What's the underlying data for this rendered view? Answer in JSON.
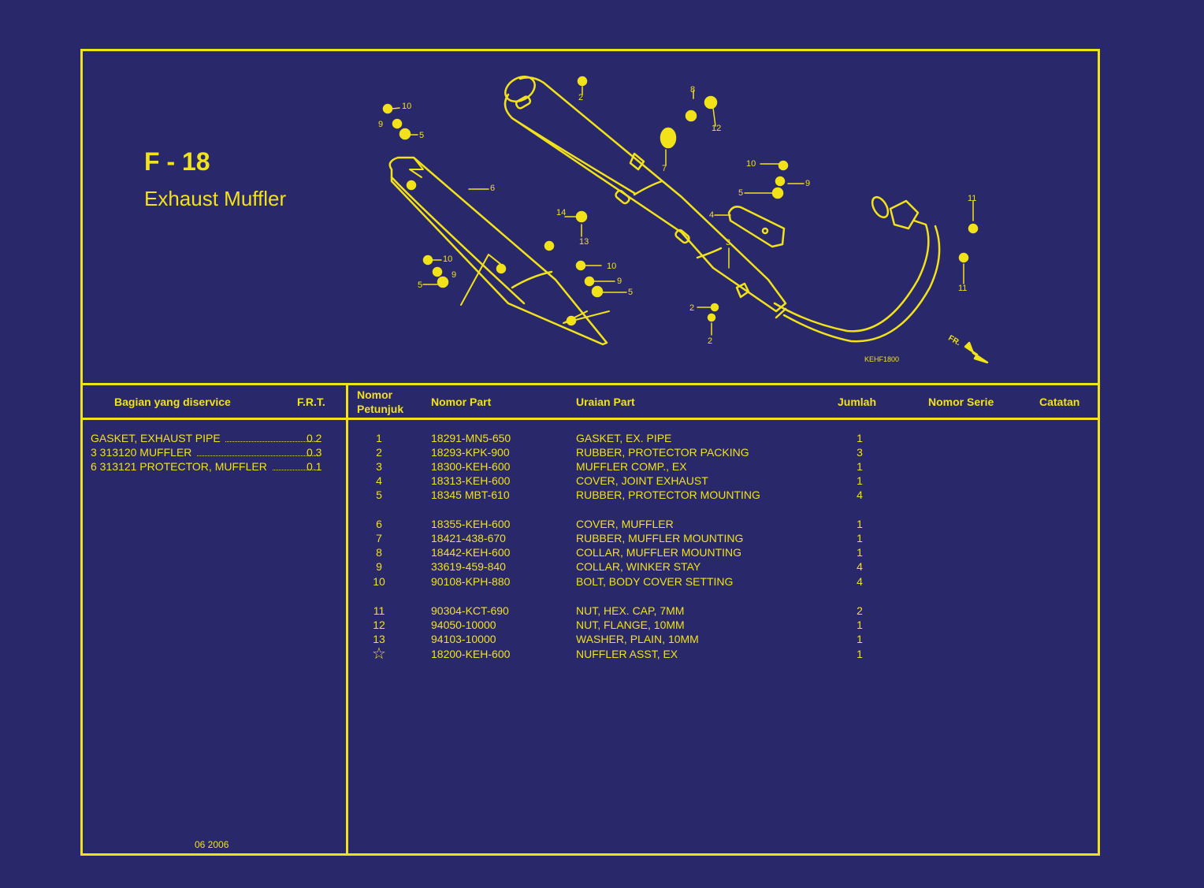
{
  "page": {
    "code": "F - 18",
    "title": "Exhaust Muffler",
    "date": "06 2006",
    "diagram_ref": "KEHF1800",
    "fr_label": "FR."
  },
  "headers": {
    "service": "Bagian yang diservice",
    "frt": "F.R.T.",
    "ref_line1": "Nomor",
    "ref_line2": "Petunjuk",
    "part_no": "Nomor Part",
    "description": "Uraian Part",
    "qty": "Jumlah",
    "serial": "Nomor Serie",
    "notes": "Catatan"
  },
  "service_items": [
    {
      "label": "GASKET, EXHAUST PIPE",
      "frt": "0.2"
    },
    {
      "label": "3 313120 MUFFLER",
      "frt": "0.3"
    },
    {
      "label": "6 313121 PROTECTOR, MUFFLER",
      "frt": "0.1"
    }
  ],
  "parts": [
    {
      "ref": "1",
      "part": "18291-MN5-650",
      "desc": "GASKET, EX. PIPE",
      "qty": "1"
    },
    {
      "ref": "2",
      "part": "18293-KPK-900",
      "desc": "RUBBER, PROTECTOR PACKING",
      "qty": "3"
    },
    {
      "ref": "3",
      "part": "18300-KEH-600",
      "desc": "MUFFLER COMP., EX",
      "qty": "1"
    },
    {
      "ref": "4",
      "part": "18313-KEH-600",
      "desc": "COVER, JOINT EXHAUST",
      "qty": "1"
    },
    {
      "ref": "5",
      "part": "18345 MBT-610",
      "desc": "RUBBER, PROTECTOR MOUNTING",
      "qty": "4"
    },
    {
      "ref": "6",
      "part": "18355-KEH-600",
      "desc": "COVER, MUFFLER",
      "qty": "1"
    },
    {
      "ref": "7",
      "part": "18421-438-670",
      "desc": "RUBBER, MUFFLER MOUNTING",
      "qty": "1"
    },
    {
      "ref": "8",
      "part": "18442-KEH-600",
      "desc": "COLLAR, MUFFLER MOUNTING",
      "qty": "1"
    },
    {
      "ref": "9",
      "part": "33619-459-840",
      "desc": "COLLAR, WINKER STAY",
      "qty": "4"
    },
    {
      "ref": "10",
      "part": "90108-KPH-880",
      "desc": "BOLT, BODY COVER SETTING",
      "qty": "4"
    },
    {
      "ref": "11",
      "part": "90304-KCT-690",
      "desc": "NUT, HEX. CAP, 7MM",
      "qty": "2"
    },
    {
      "ref": "12",
      "part": "94050-10000",
      "desc": "NUT, FLANGE, 10MM",
      "qty": "1"
    },
    {
      "ref": "13",
      "part": "94103-10000",
      "desc": "WASHER, PLAIN, 10MM",
      "qty": "1"
    },
    {
      "ref": "☆",
      "part": "18200-KEH-600",
      "desc": "NUFFLER ASST, EX",
      "qty": "1"
    }
  ],
  "callouts": [
    "10",
    "9",
    "5",
    "6",
    "2",
    "8",
    "12",
    "7",
    "10",
    "9",
    "5",
    "4",
    "3",
    "11",
    "11",
    "14",
    "13",
    "10",
    "9",
    "5",
    "10",
    "9",
    "5",
    "2",
    "2"
  ]
}
